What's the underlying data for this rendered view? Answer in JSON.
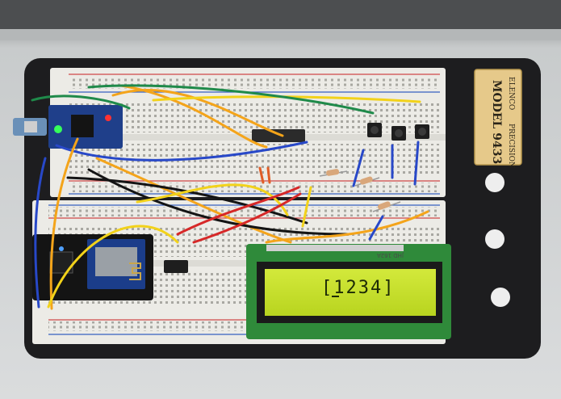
{
  "photo": {
    "label_brand": "ELENCO",
    "label_precision": "PRECISION",
    "label_model": "MODEL 9433",
    "lcd_text": "[1234]",
    "lcd_board_mark": "JHD 162A",
    "colors": {
      "wall": "#d4d7d8",
      "base_plate": "#1d1d1f",
      "breadboard": "#ecebe6",
      "lcd_screen": "#c4dc2a",
      "lcd_pcb": "#2f8a3a",
      "label_plate": "#e6c98a"
    }
  }
}
